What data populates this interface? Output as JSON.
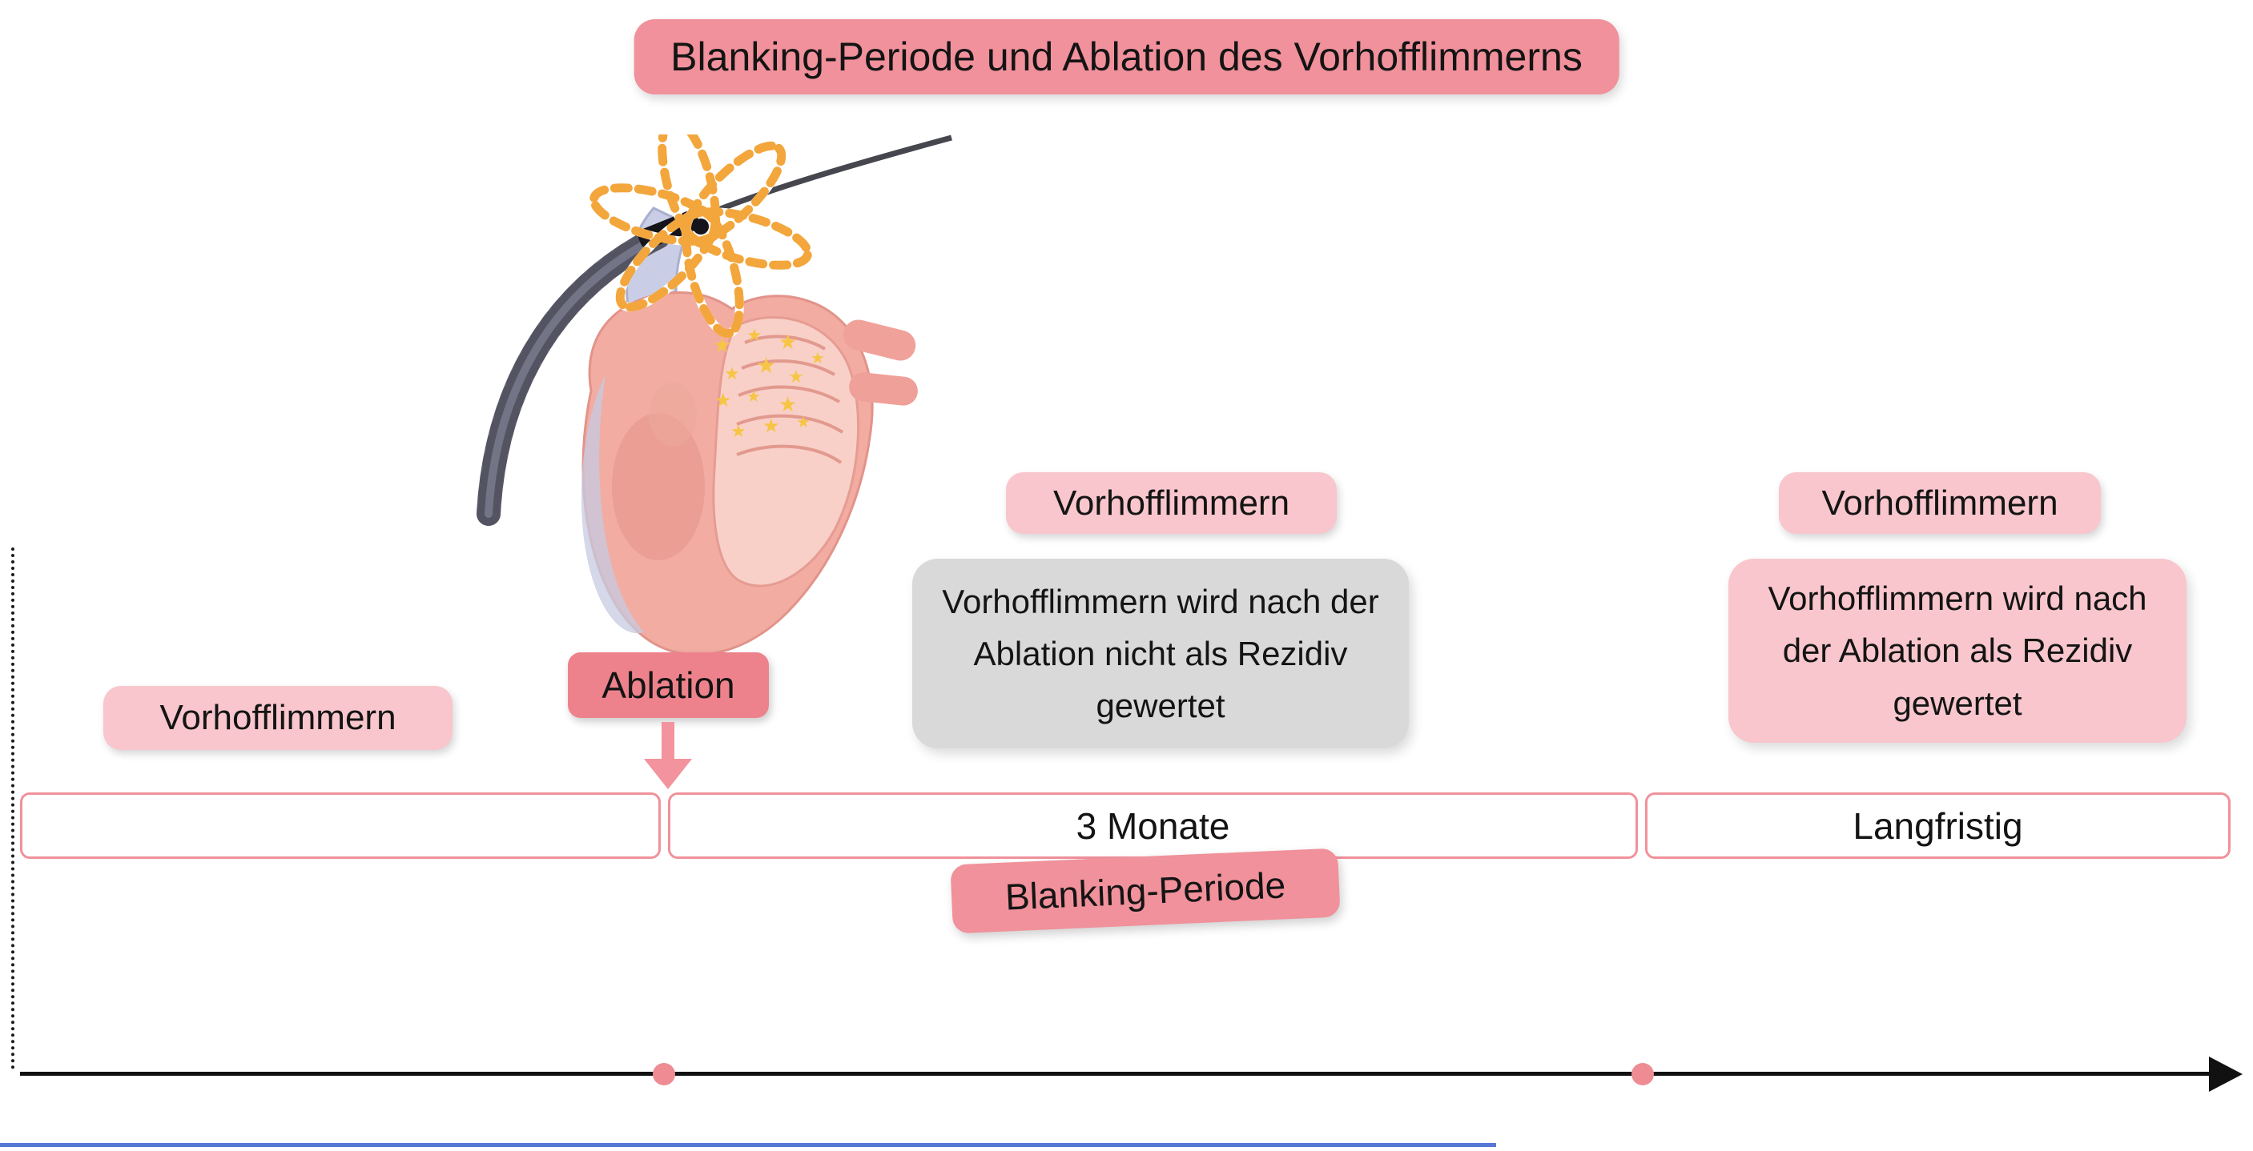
{
  "title": "Blanking-Periode und Ablation des Vorhofflimmerns",
  "illustration": {
    "icon": "heart-ablation-catheter-illustration"
  },
  "phases": {
    "pre": {
      "af_label": "Vorhofflimmern"
    },
    "ablation": {
      "label": "Ablation",
      "arrow_icon": "down-arrow-icon"
    },
    "blanking": {
      "af_label": "Vorhofflimmern",
      "note": "Vorhofflimmern wird nach der Ablation nicht als Rezidiv gewertet",
      "badge": "Blanking-Periode"
    },
    "longterm": {
      "af_label": "Vorhofflimmern",
      "note": "Vorhofflimmern wird nach der Ablation als Rezidiv gewertet"
    }
  },
  "timeline": {
    "segments": [
      {
        "label": ""
      },
      {
        "label": "3 Monate"
      },
      {
        "label": "Langfristig"
      }
    ]
  },
  "colors": {
    "accent_pink": "#F0919B",
    "light_pink": "#F8C6CC",
    "dark_pink": "#EE828C",
    "note_gray": "#D9D9D9",
    "axis_black": "#111111",
    "dot_pink": "#EE8B93",
    "bottom_line_blue": "#5577D6",
    "star_yellow": "#F6C544",
    "catheter_orange": "#F3A63C"
  }
}
